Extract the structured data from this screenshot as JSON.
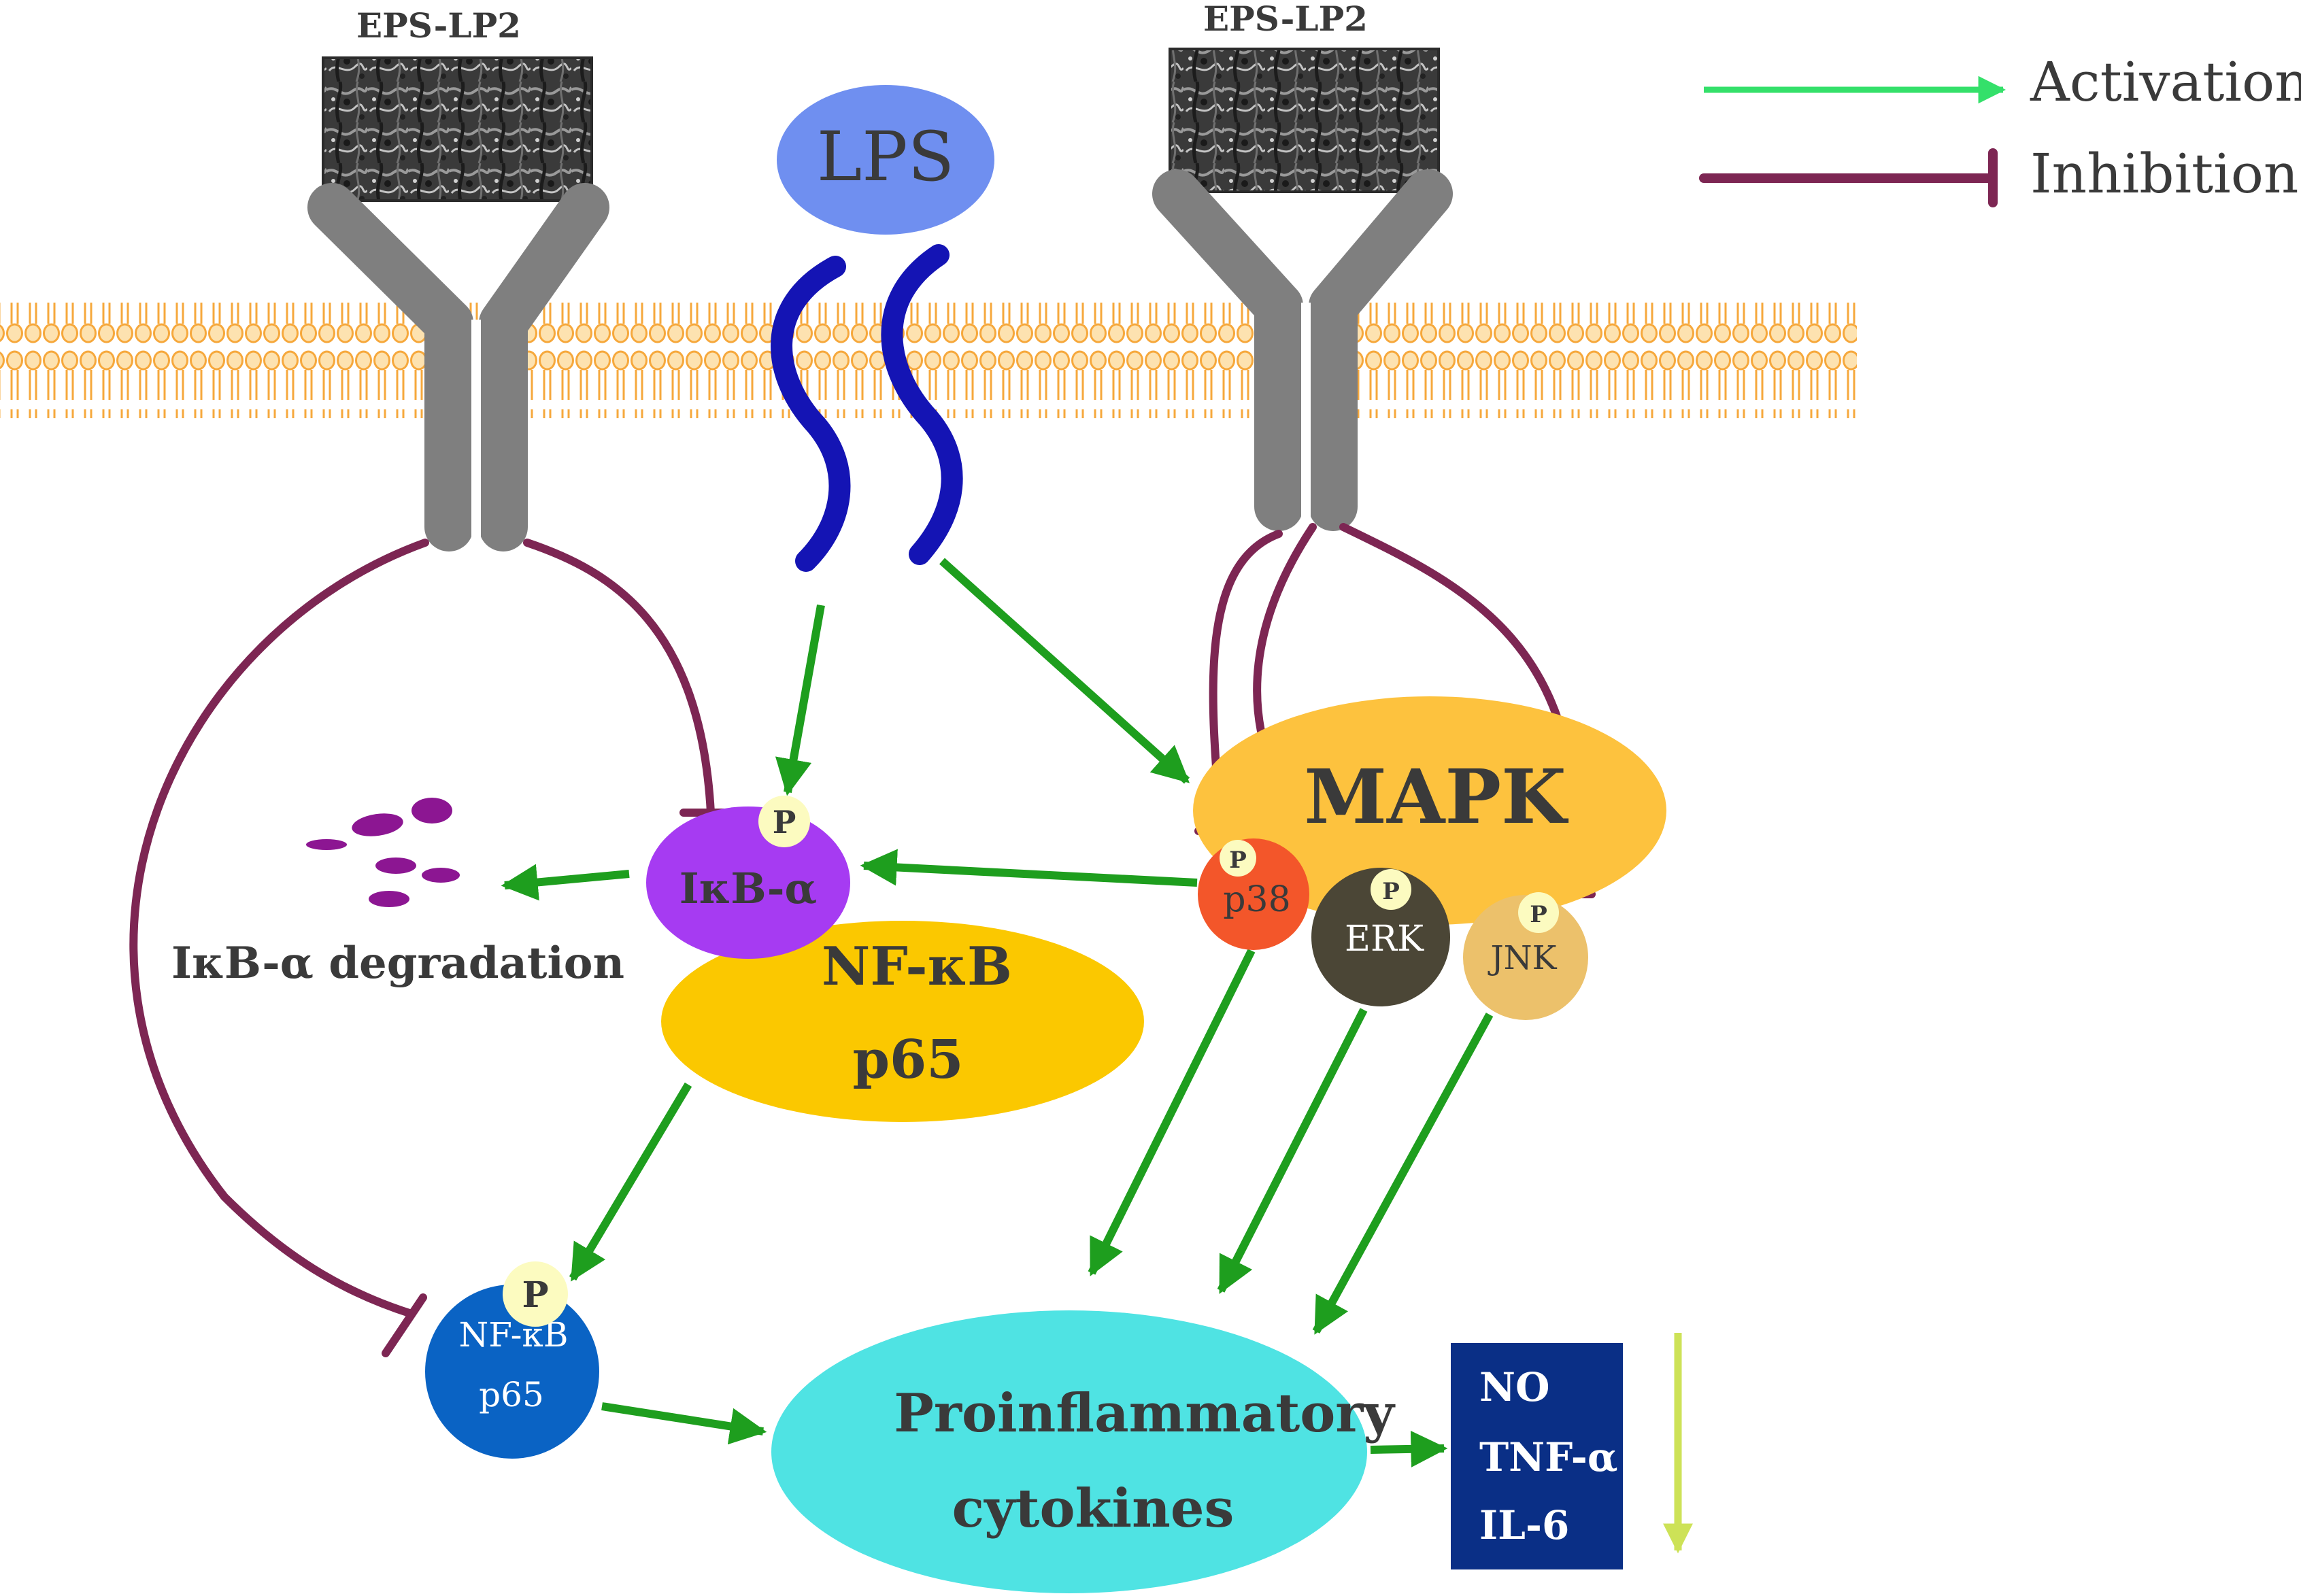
{
  "receptors": {
    "left": {
      "label": "EPS-LP2"
    },
    "right": {
      "label": "EPS-LP2"
    }
  },
  "ligand": {
    "label": "LPS"
  },
  "legend": {
    "activation": "Activation",
    "inhibition": "Inhibition"
  },
  "nodes": {
    "ikb": "IκB-α",
    "nfkb_complex": {
      "line1": "NF-κB",
      "line2": "p65"
    },
    "mapk": "MAPK",
    "p38": "p38",
    "erk": "ERK",
    "jnk": "JNK",
    "degradation": "IκB-α degradation",
    "nfkb_phospho": {
      "line1": "NF-κB",
      "line2": "p65"
    },
    "cytokines": {
      "line1": "Proinflammatory",
      "line2": "cytokines"
    },
    "outputs": [
      "NO",
      "TNF-α",
      "IL-6"
    ],
    "phospho": "P"
  },
  "colors": {
    "activation": "#1e9e1e",
    "legend_activation": "#34e06a",
    "inhibition": "#7d2653",
    "receptor": "#7f7f7f",
    "membrane": "#f7b04a",
    "lps": "#6f8ff0",
    "lps_chain": "#1414b4",
    "ikb": "#a63bf2",
    "nfkb": "#fbc800",
    "mapk": "#fdc23e",
    "p38": "#f3562a",
    "erk": "#4b4636",
    "jnk": "#ecc16b",
    "phospho": "#fcfbc0",
    "nfkb_phospho": "#0a63c4",
    "cytokines": "#4fe3e3",
    "outputs_box": "#0a2f86",
    "decrease_arrow": "#cde257"
  }
}
